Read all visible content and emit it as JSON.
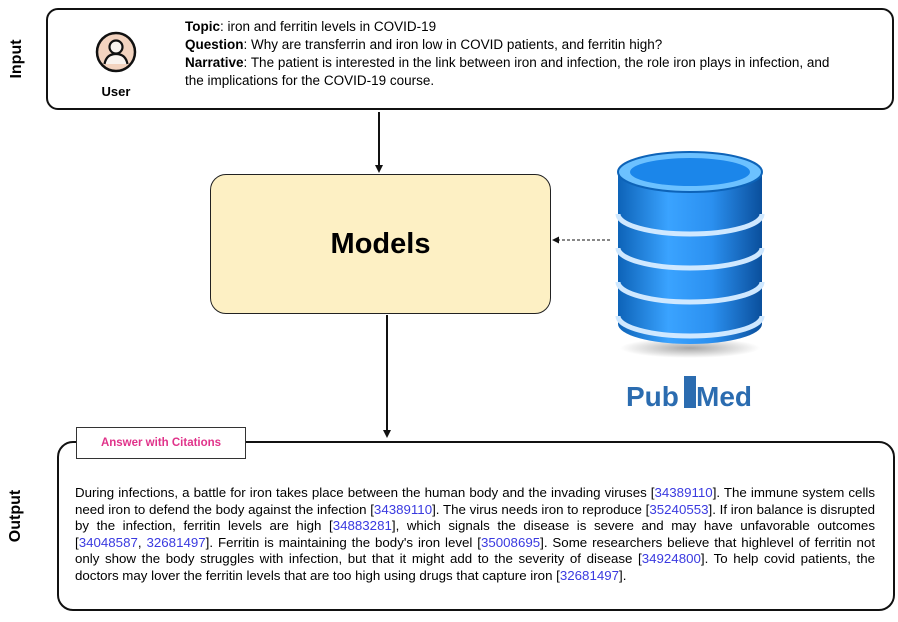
{
  "input": {
    "side_label": "Input",
    "user_label": "User",
    "topic_label": "Topic",
    "topic": "iron and ferritin levels in COVID-19",
    "question_label": "Question",
    "question": "Why are transferrin and iron low in COVID patients, and ferritin high?",
    "narrative_label": "Narrative",
    "narrative": "The patient is interested in the link between iron and infection, the role iron plays in infection, and the implications for the COVID-19 course."
  },
  "models": {
    "label": "Models"
  },
  "source": {
    "name_part1": "Pub",
    "name_part2": "Med",
    "icon": "database-icon"
  },
  "output": {
    "side_label": "Output",
    "tag": "Answer with Citations",
    "segments": [
      {
        "text": "During infections, a battle for iron takes place between the human body and the invading viruses ["
      },
      {
        "cite": "34389110"
      },
      {
        "text": "]. The immune system cells need iron to defend the body against the infection ["
      },
      {
        "cite": "34389110"
      },
      {
        "text": "]. The virus needs iron to reproduce ["
      },
      {
        "cite": "35240553"
      },
      {
        "text": "]. If iron balance is disrupted by the infection, ferritin levels are high ["
      },
      {
        "cite": "34883281"
      },
      {
        "text": "], which signals the disease is severe and may have unfavorable outcomes ["
      },
      {
        "cite": "34048587"
      },
      {
        "text": ", "
      },
      {
        "cite": "32681497"
      },
      {
        "text": "]. Ferritin is maintaining the body's iron level ["
      },
      {
        "cite": "35008695"
      },
      {
        "text": "]. Some researchers believe that highlevel of ferritin not only show the body struggles with infection, but that it might add to the severity of disease ["
      },
      {
        "cite": "34924800"
      },
      {
        "text": "]. To help covid patients, the doctors may lover the ferritin levels that are too high using drugs that capture iron ["
      },
      {
        "cite": "32681497"
      },
      {
        "text": "]."
      }
    ]
  },
  "colors": {
    "models_fill": "#fdf0c4",
    "citation": "#3a3ae0",
    "tag_text": "#e0338a",
    "database": "#1e90ff",
    "pubmed_blue": "#2b6cb0"
  }
}
